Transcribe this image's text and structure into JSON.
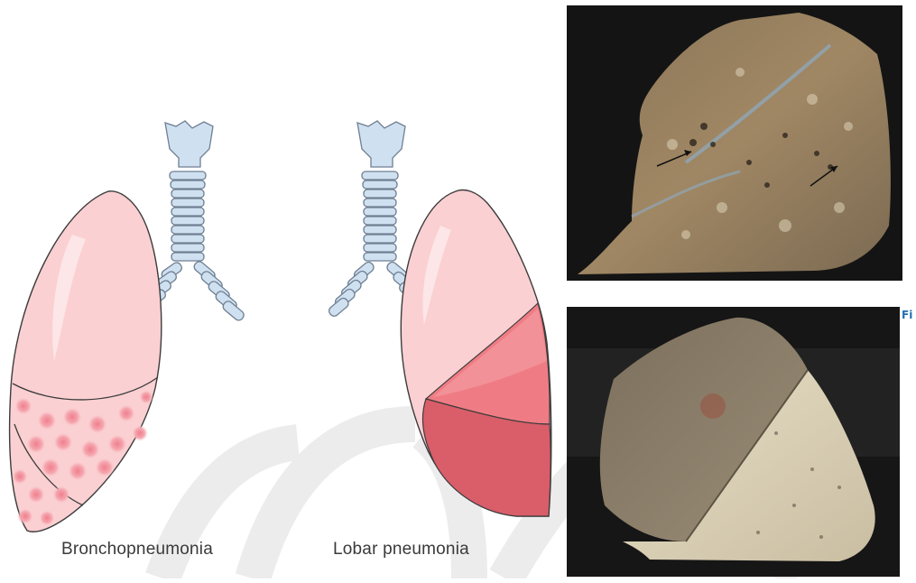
{
  "diagrams": {
    "left_caption": "Bronchopneumonia",
    "right_caption": "Lobar pneumonia"
  },
  "photos": {
    "top": {
      "subject": "bronchopneumonia-lung-specimen"
    },
    "bottom": {
      "subject": "lobar-pneumonia-lung-specimen"
    }
  },
  "fig_fragment": "Fi",
  "colors": {
    "lung_normal": "#fbd0d2",
    "bronchopneumonia_spots": "#f1909b",
    "lobar_consolidation": "#ef7c84",
    "lobar_dark": "#d95e69",
    "trachea": "#cfe0f0",
    "watermark": "#ececec"
  }
}
